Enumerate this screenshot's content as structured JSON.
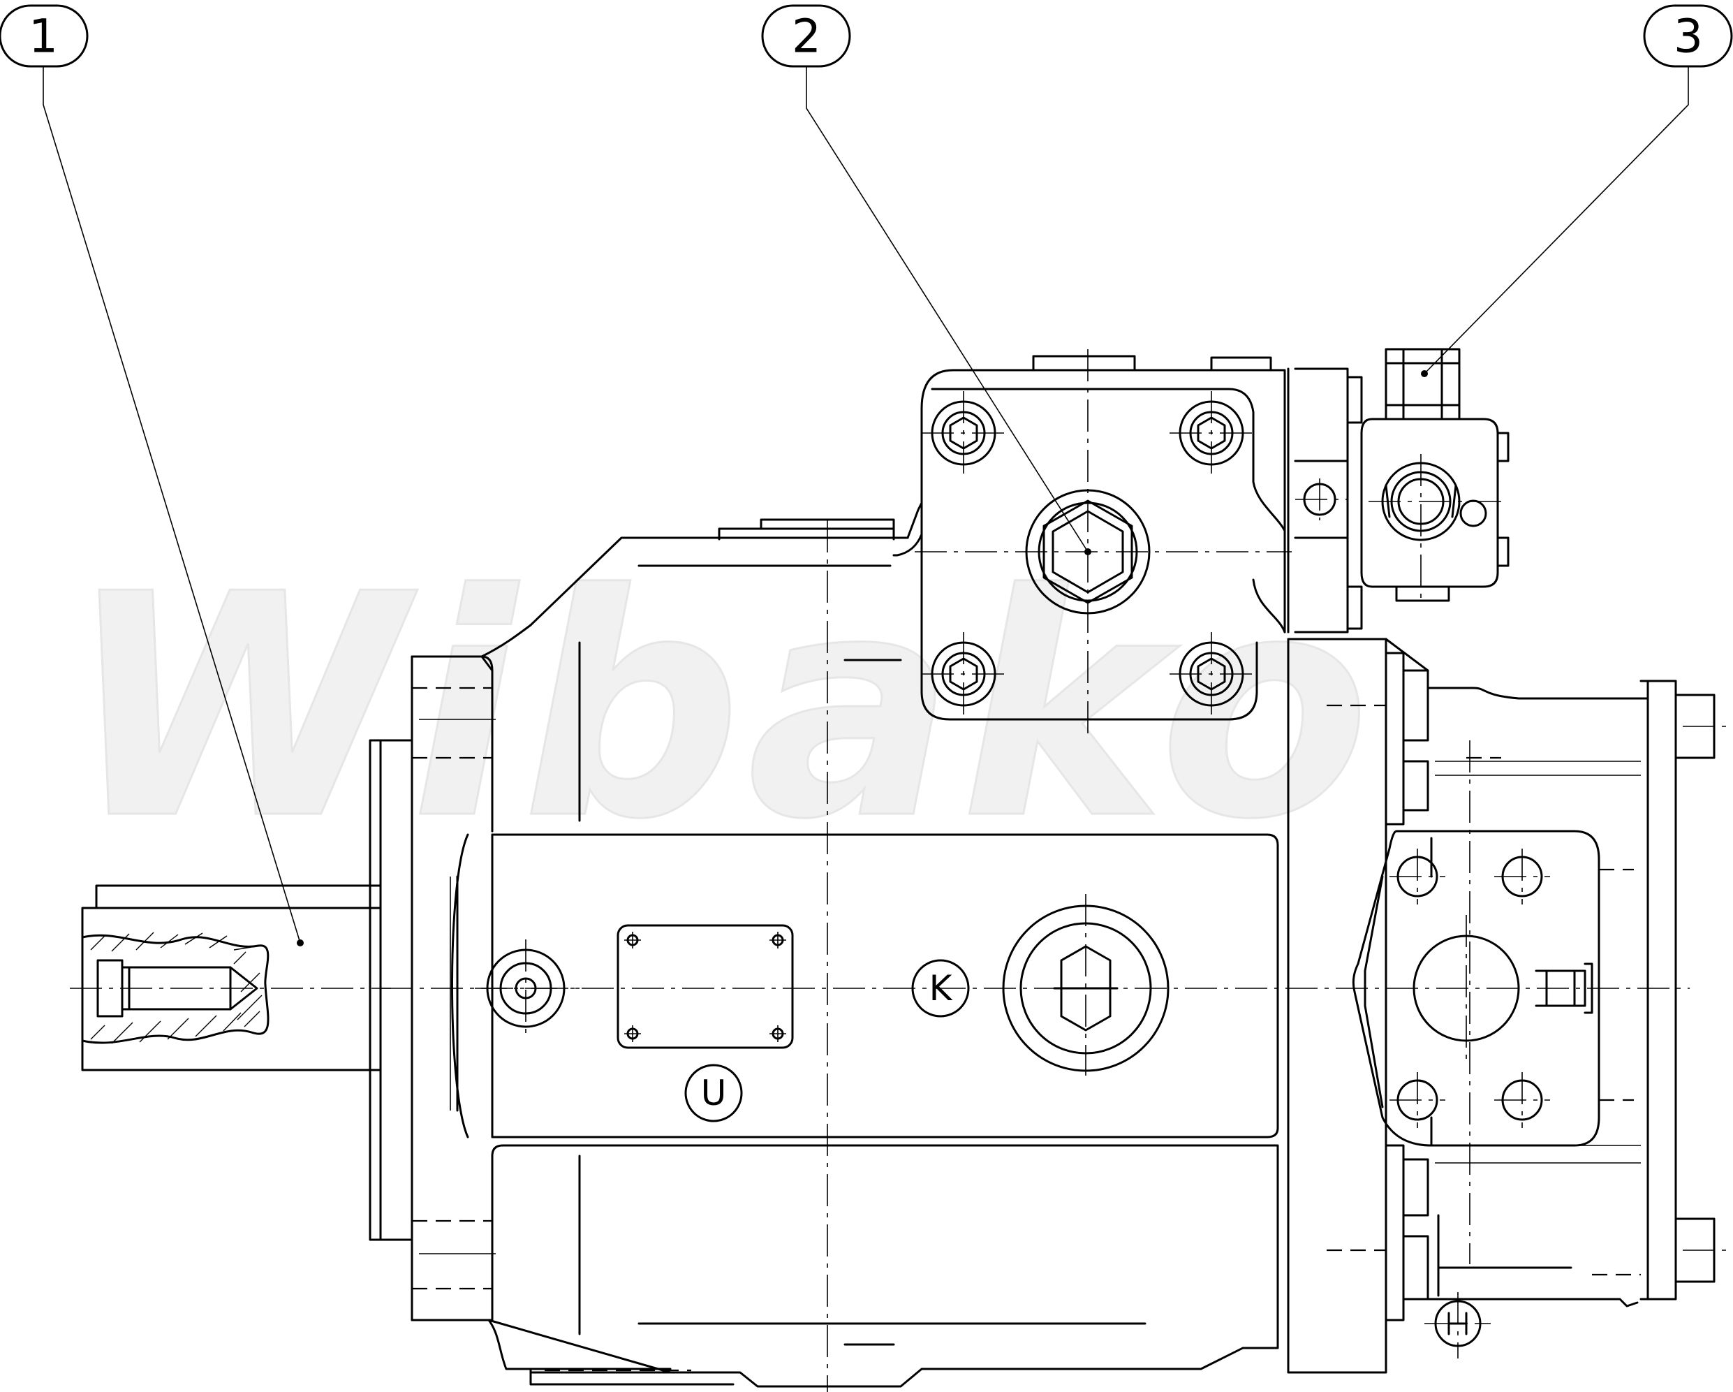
{
  "watermark": {
    "text": "Wibako"
  },
  "callouts": [
    {
      "id": "callout-1",
      "label": "1"
    },
    {
      "id": "callout-2",
      "label": "2"
    },
    {
      "id": "callout-3",
      "label": "3"
    }
  ],
  "port_marks": [
    {
      "id": "port-mark-k",
      "label": "K"
    },
    {
      "id": "port-mark-u",
      "label": "U"
    }
  ]
}
